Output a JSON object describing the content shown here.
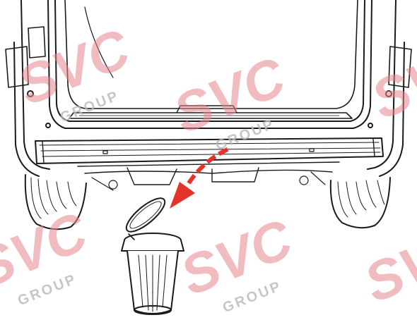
{
  "watermark": {
    "brand": "SVC",
    "group": "GROUP",
    "brand_color": "#e7868c",
    "group_color": "#b9b9b9"
  },
  "illustration": {
    "subject": "van-rear-bumper-removal",
    "arrow_color": "#e4332a",
    "line_color": "#1a1a1a"
  }
}
